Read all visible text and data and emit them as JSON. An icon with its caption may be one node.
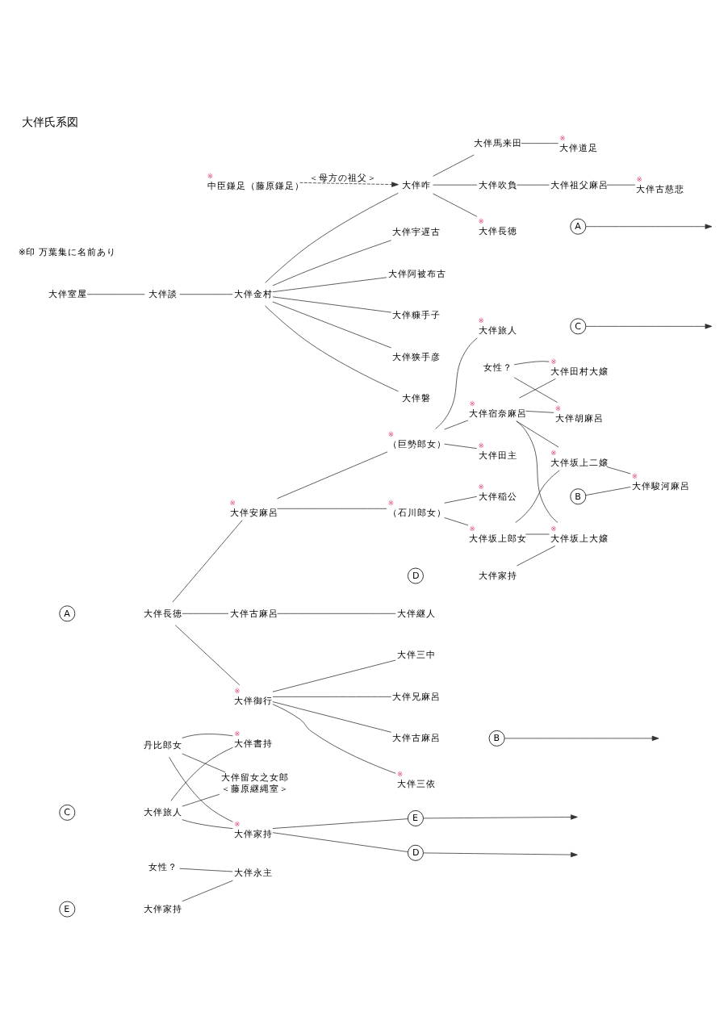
{
  "diagram": {
    "title": "大伴氏系図",
    "nodes": [
      {
        "text": [
          "大伴室屋"
        ]
      },
      {
        "text": [
          "大伴談"
        ]
      },
      {
        "text": [
          "大伴金村"
        ]
      },
      {
        "text": [
          "大伴咋"
        ]
      },
      {
        "text": [
          "大伴磐"
        ]
      },
      {
        "text": [
          "大伴狭手彦"
        ]
      },
      {
        "text": [
          "大伴糠手子"
        ]
      },
      {
        "text": [
          "大伴阿被布古"
        ]
      },
      {
        "text": [
          "大伴宇遅古"
        ]
      },
      {
        "text": [
          "中臣鎌足（藤原鎌足）"
        ],
        "beside": [
          "※"
        ]
      },
      {
        "text": [
          "大伴長徳"
        ],
        "beside": [
          "※"
        ]
      },
      {
        "text": [
          "A"
        ]
      },
      {
        "text": [
          "大伴吹負"
        ]
      },
      {
        "text": [
          "大伴馬来田"
        ]
      },
      {
        "text": [
          "大伴祖父麻呂"
        ]
      },
      {
        "text": [
          "大伴古慈悲"
        ],
        "beside": [
          "※"
        ]
      },
      {
        "text": [
          "大伴道足"
        ],
        "beside": [
          "※"
        ]
      },
      {
        "text": [
          "A"
        ]
      },
      {
        "text": [
          "大伴長徳"
        ]
      },
      {
        "text": [
          "大伴御行"
        ],
        "beside": [
          "※"
        ]
      },
      {
        "text": [
          "大伴三中"
        ]
      },
      {
        "text": [
          "大伴三依"
        ],
        "beside": [
          "※"
        ]
      },
      {
        "text": [
          "大伴古麻呂"
        ]
      },
      {
        "text": [
          "B"
        ]
      },
      {
        "text": [
          "大伴兄麻呂"
        ]
      },
      {
        "text": [
          "大伴安麻呂"
        ],
        "beside": [
          "※"
        ]
      },
      {
        "text": [
          "（巨勢郎女）"
        ],
        "beside": [
          "※"
        ]
      },
      {
        "text": [
          "大伴旅人"
        ],
        "beside": [
          "※"
        ]
      },
      {
        "text": [
          "C"
        ]
      },
      {
        "text": [
          "大伴田主"
        ],
        "beside": [
          "※"
        ]
      },
      {
        "text": [
          "大伴宿奈麻呂"
        ],
        "beside": [
          "※"
        ]
      },
      {
        "text": [
          "（石川郎女）"
        ],
        "beside": [
          "※"
        ]
      },
      {
        "text": [
          "大伴稲公"
        ],
        "beside": [
          "※"
        ]
      },
      {
        "text": [
          "大伴坂上郎女"
        ],
        "beside": [
          "※"
        ]
      },
      {
        "text": [
          "大伴古麻呂"
        ]
      },
      {
        "text": [
          "大伴継人"
        ]
      },
      {
        "text": [
          "女性？"
        ]
      },
      {
        "text": [
          "大伴田村大嬢"
        ],
        "beside": [
          "※"
        ]
      },
      {
        "text": [
          "大伴胡麻呂"
        ],
        "beside": [
          "※"
        ]
      },
      {
        "text": [
          "D"
        ]
      },
      {
        "text": [
          "大伴家持"
        ]
      },
      {
        "text": [
          "大伴坂上大嬢"
        ],
        "beside": [
          "※"
        ]
      },
      {
        "text": [
          "大伴坂上二嬢"
        ],
        "beside": [
          "※"
        ]
      },
      {
        "text": [
          "B"
        ]
      },
      {
        "text": [
          "大伴駿河麻呂"
        ],
        "beside": [
          "※"
        ]
      },
      {
        "text": [
          "C"
        ]
      },
      {
        "text": [
          "大伴旅人"
        ]
      },
      {
        "text": [
          "丹比郎女"
        ]
      },
      {
        "text": [
          "大伴家持"
        ],
        "beside": [
          "※"
        ]
      },
      {
        "text": [
          "D"
        ]
      },
      {
        "text": [
          "E"
        ]
      },
      {
        "text": [
          "大伴書持"
        ],
        "beside": [
          "※"
        ]
      },
      {
        "text": [
          "大伴留女之女郎",
          "＜藤原継縄室＞"
        ]
      },
      {
        "text": [
          "E"
        ]
      },
      {
        "text": [
          "大伴家持"
        ]
      },
      {
        "text": [
          "女性？"
        ]
      },
      {
        "text": [
          "大伴永主"
        ]
      }
    ],
    "edges": [
      {
        "from": 0,
        "to": 1,
        "arrow": "none"
      },
      {
        "from": 1,
        "to": 2,
        "arrow": "none"
      },
      {
        "from": 2,
        "to": 3,
        "arrow": "none"
      },
      {
        "from": 2,
        "to": 4,
        "arrow": "none"
      },
      {
        "from": 2,
        "to": 5,
        "arrow": "none"
      },
      {
        "from": 2,
        "to": 6,
        "arrow": "none"
      },
      {
        "from": 2,
        "to": 7,
        "arrow": "none"
      },
      {
        "from": 2,
        "to": 8,
        "arrow": "none"
      },
      {
        "from": 9,
        "to": 3,
        "arrow": "to",
        "style": "dashed",
        "label": "＜母方の祖父＞"
      },
      {
        "from": 3,
        "to": 10,
        "arrow": "none"
      },
      {
        "from": 3,
        "to": 12,
        "arrow": "none"
      },
      {
        "from": 3,
        "to": 13,
        "arrow": "none"
      },
      {
        "from": 11,
        "to": null,
        "arrow": "to"
      },
      {
        "from": 12,
        "to": 14,
        "arrow": "none"
      },
      {
        "from": 14,
        "to": 15,
        "arrow": "none"
      },
      {
        "from": 13,
        "to": 16,
        "arrow": "none"
      },
      {
        "from": 18,
        "to": 19,
        "arrow": "none"
      },
      {
        "from": 18,
        "to": 25,
        "arrow": "none"
      },
      {
        "from": 18,
        "to": 34,
        "arrow": "none"
      },
      {
        "from": 19,
        "to": 20,
        "arrow": "none"
      },
      {
        "from": 19,
        "to": 21,
        "arrow": "none"
      },
      {
        "from": 19,
        "to": 22,
        "arrow": "none"
      },
      {
        "from": 19,
        "to": 24,
        "arrow": "none"
      },
      {
        "from": 23,
        "to": null,
        "arrow": "to"
      },
      {
        "from": 25,
        "to": 26,
        "arrow": "none"
      },
      {
        "from": 26,
        "to": 27,
        "arrow": "none"
      },
      {
        "from": 26,
        "to": 29,
        "arrow": "none"
      },
      {
        "from": 26,
        "to": 30,
        "arrow": "none"
      },
      {
        "from": 28,
        "to": null,
        "arrow": "to"
      },
      {
        "from": 25,
        "to": 31,
        "arrow": "none"
      },
      {
        "from": 31,
        "to": 32,
        "arrow": "none"
      },
      {
        "from": 31,
        "to": 33,
        "arrow": "none"
      },
      {
        "from": 34,
        "to": 35,
        "arrow": "none"
      },
      {
        "from": 36,
        "to": 37,
        "arrow": "none"
      },
      {
        "from": 36,
        "to": 38,
        "arrow": "none"
      },
      {
        "from": 30,
        "to": 37,
        "arrow": "none"
      },
      {
        "from": 30,
        "to": 38,
        "arrow": "none"
      },
      {
        "from": 30,
        "to": 41,
        "arrow": "none"
      },
      {
        "from": 30,
        "to": 42,
        "arrow": "none"
      },
      {
        "from": 33,
        "to": 41,
        "arrow": "none"
      },
      {
        "from": 33,
        "to": 42,
        "arrow": "none"
      },
      {
        "from": 40,
        "to": 41,
        "arrow": "none"
      },
      {
        "from": 42,
        "to": 44,
        "arrow": "none"
      },
      {
        "from": 43,
        "to": 44,
        "arrow": "none"
      },
      {
        "from": 46,
        "to": 48,
        "arrow": "none"
      },
      {
        "from": 46,
        "to": 51,
        "arrow": "none"
      },
      {
        "from": 46,
        "to": 52,
        "arrow": "none"
      },
      {
        "from": 47,
        "to": 48,
        "arrow": "none"
      },
      {
        "from": 47,
        "to": 51,
        "arrow": "none"
      },
      {
        "from": 47,
        "to": 52,
        "arrow": "none"
      },
      {
        "from": 48,
        "to": 49,
        "arrow": "none"
      },
      {
        "from": 48,
        "to": 50,
        "arrow": "none"
      },
      {
        "from": 49,
        "to": null,
        "arrow": "to"
      },
      {
        "from": 50,
        "to": null,
        "arrow": "to"
      },
      {
        "from": 54,
        "to": 56,
        "arrow": "none"
      },
      {
        "from": 55,
        "to": 56,
        "arrow": "none"
      }
    ],
    "labels": [
      "※印 万葉集に名前あり"
    ]
  }
}
